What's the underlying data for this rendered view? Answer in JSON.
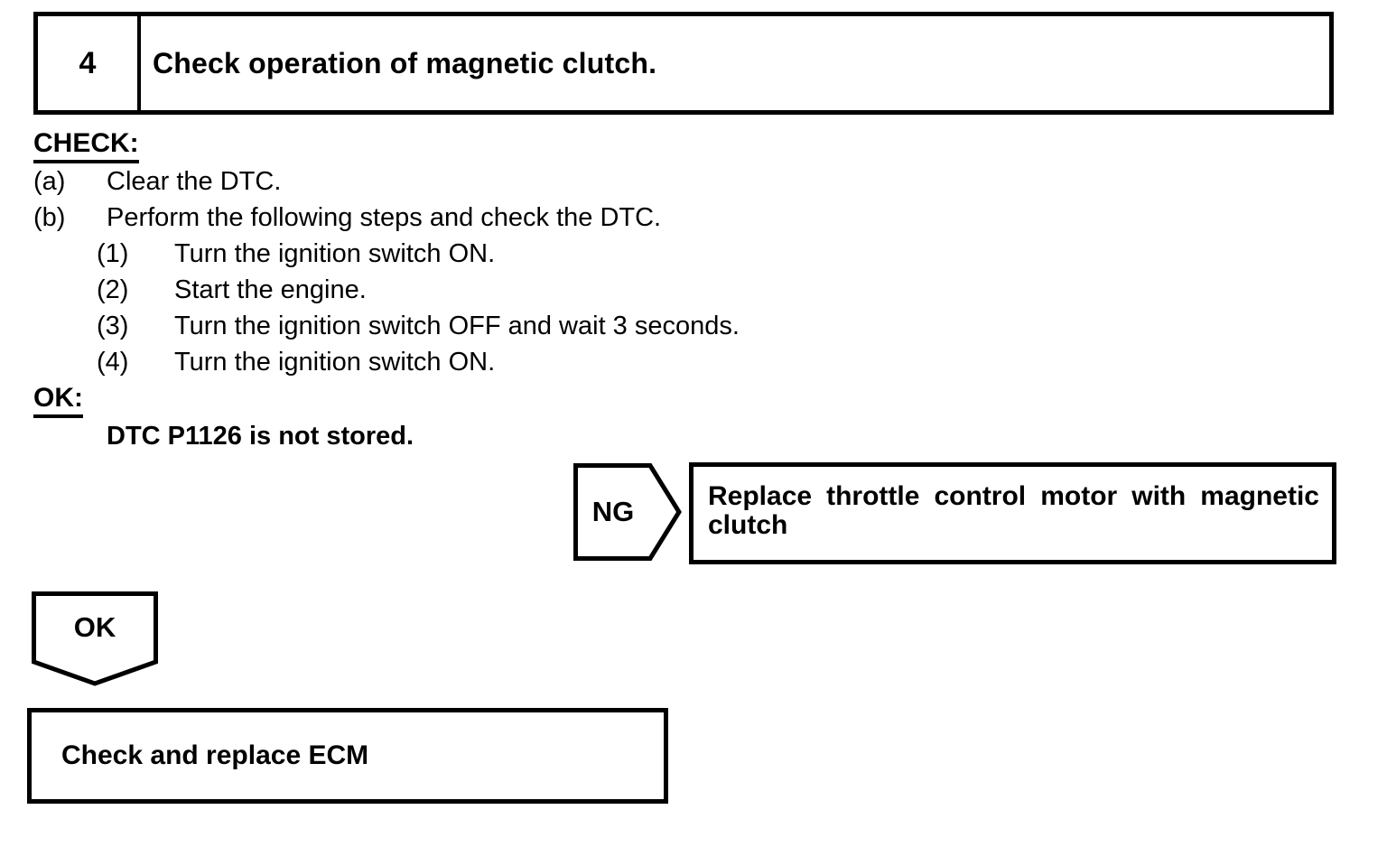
{
  "page": {
    "background_color": "#ffffff",
    "ink_color": "#000000"
  },
  "step_header": {
    "number": "4",
    "title": "Check operation of magnetic clutch."
  },
  "procedure": {
    "check_label": "CHECK:",
    "items": [
      {
        "label": "(a)",
        "text": "Clear the DTC."
      },
      {
        "label": "(b)",
        "text": "Perform the following steps and check the DTC."
      }
    ],
    "substeps": [
      {
        "label": "(1)",
        "text": "Turn the ignition switch ON."
      },
      {
        "label": "(2)",
        "text": "Start the engine."
      },
      {
        "label": "(3)",
        "text": "Turn the ignition switch OFF and wait 3 seconds."
      },
      {
        "label": "(4)",
        "text": "Turn the ignition switch ON."
      }
    ],
    "ok_label": "OK:",
    "ok_condition": "DTC P1126 is not stored."
  },
  "ng_branch": {
    "connector_label": "NG",
    "action_line1": "Replace throttle control motor with magnetic",
    "action_line2": "clutch"
  },
  "ok_branch": {
    "connector_label": "OK",
    "action": "Check and replace ECM"
  }
}
